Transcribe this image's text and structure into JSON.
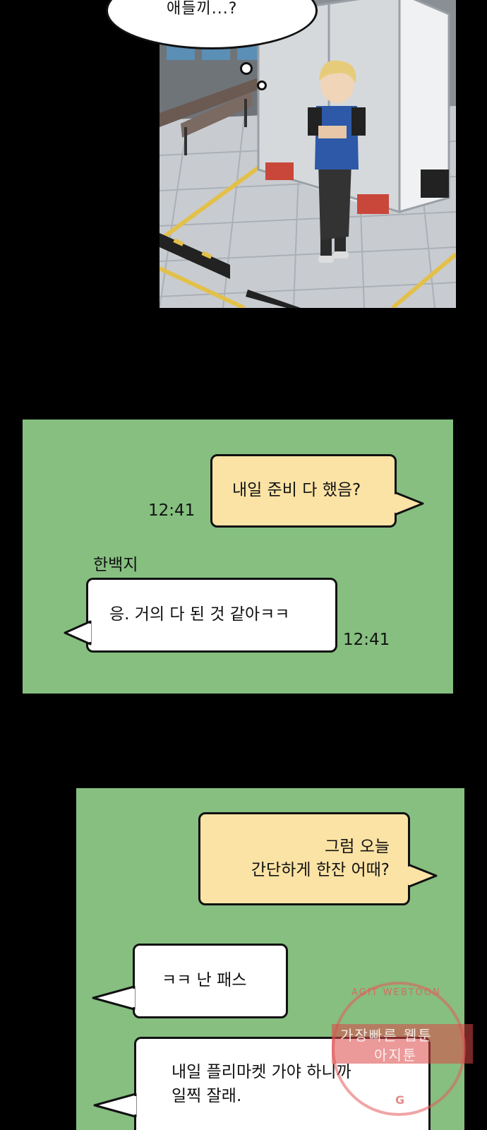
{
  "thought_bubble": {
    "text": "애들끼...?"
  },
  "chat1": {
    "messages": [
      {
        "type": "sent",
        "text": "내일 준비 다 했음?",
        "time": "12:41"
      },
      {
        "type": "received",
        "sender": "한백지",
        "text": "응. 거의 다 된 것 같아ㅋㅋ",
        "time": "12:41"
      }
    ]
  },
  "chat2": {
    "messages": [
      {
        "type": "sent",
        "lines": [
          "그럼 오늘",
          "간단하게 한잔 어때?"
        ]
      },
      {
        "type": "received",
        "text": "ㅋㅋ 난 패스"
      },
      {
        "type": "received",
        "lines": [
          "내일 플리마켓 가야 하니까",
          "일찍 잘래."
        ]
      }
    ]
  },
  "watermark": {
    "ring_text": "AGIT WEBTOON",
    "line1": "가장빠른 웹툰",
    "line2": "아지툰"
  },
  "colors": {
    "chat_bg": "#86bf80",
    "sent_bubble": "#fbe3a5",
    "received_bubble": "#ffffff"
  }
}
